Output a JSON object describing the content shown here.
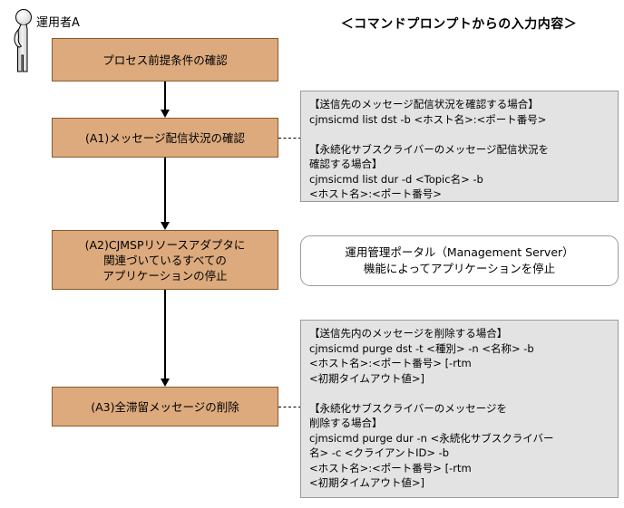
{
  "diagram": {
    "actor": {
      "icon": "person-actor-icon",
      "label": "運用者A"
    },
    "column_title": "＜コマンドプロンプトからの入力内容＞",
    "colors": {
      "process_fill": "#dcaa7d",
      "process_border": "#8a5a2b",
      "command_fill": "#e3e3e3",
      "command_border": "#9b9b9b",
      "note_fill": "#ffffff",
      "note_border": "#9b9b9b",
      "connector": "#000000"
    },
    "steps": [
      {
        "id": "start",
        "label": "プロセス前提条件の確認"
      },
      {
        "id": "a1",
        "label": "(A1)メッセージ配信状況の確認"
      },
      {
        "id": "a2",
        "label": "(A2)CJMSPリソースアダプタに\n関連づいているすべての\nアプリケーションの停止"
      },
      {
        "id": "a3",
        "label": "(A3)全滞留メッセージの削除"
      }
    ],
    "annotations": [
      {
        "id": "cmd-a1",
        "type": "command",
        "text": "【送信先のメッセージ配信状況を確認する場合】\ncjmsicmd list dst -b <ホスト名>:<ポート番号>\n\n【永続化サブスクライバーのメッセージ配信状況を\n  確認する場合】\ncjmsicmd list dur -d <Topic名> -b\n<ホスト名>:<ポート番号>"
      },
      {
        "id": "note-a2",
        "type": "note",
        "text": "運用管理ポータル（Management Server）\n機能によってアプリケーションを停止"
      },
      {
        "id": "cmd-a3",
        "type": "command",
        "text": "【送信先内のメッセージを削除する場合】\ncjmsicmd purge dst -t <種別> -n <名称> -b\n<ホスト名>:<ポート番号> [-rtm\n<初期タイムアウト値>]\n\n【永続化サブスクライバーのメッセージを\n  削除する場合】\ncjmsicmd purge dur -n <永続化サブスクライバー\n名> -c <クライアントID> -b\n<ホスト名>:<ポート番号> [-rtm\n<初期タイムアウト値>]"
      }
    ]
  }
}
